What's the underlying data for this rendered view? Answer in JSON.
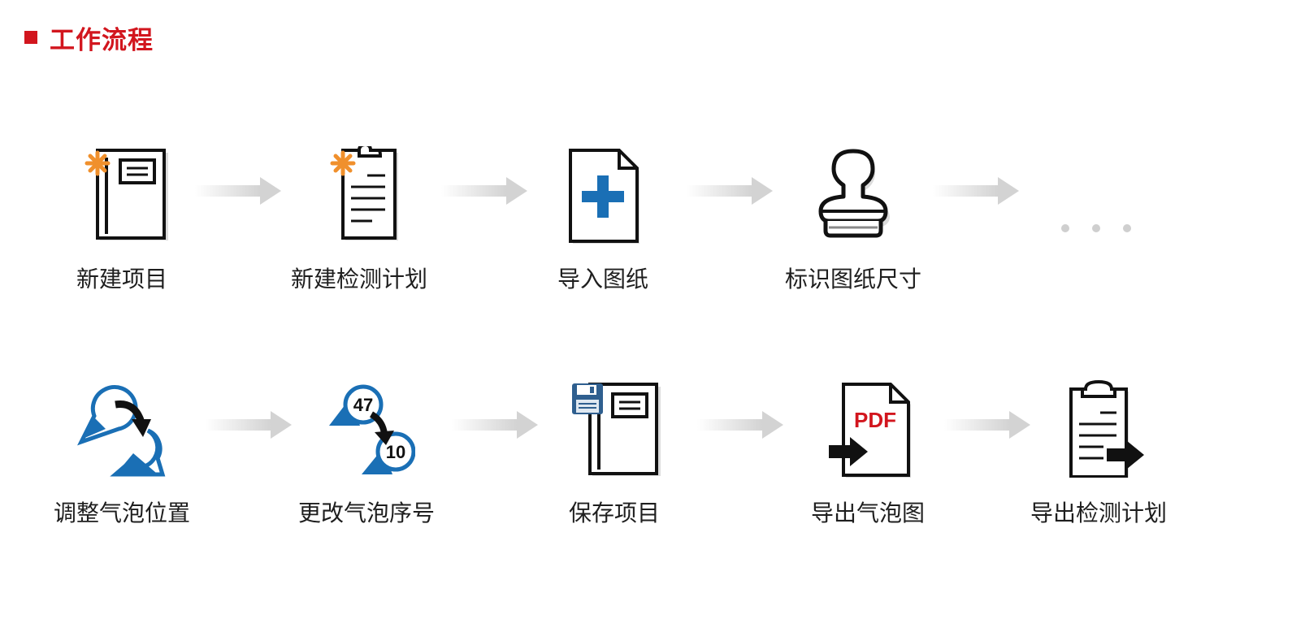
{
  "section": {
    "title": "工作流程",
    "accent_color": "#d2161e"
  },
  "workflow": {
    "row1": [
      {
        "label": "新建项目",
        "icon": "new-project-icon"
      },
      {
        "label": "新建检测计划",
        "icon": "new-inspection-plan-icon"
      },
      {
        "label": "导入图纸",
        "icon": "import-drawing-icon"
      },
      {
        "label": "标识图纸尺寸",
        "icon": "stamp-icon"
      }
    ],
    "row1_continuation": "ellipsis-icon",
    "row2": [
      {
        "label": "调整气泡位置",
        "icon": "move-balloon-icon"
      },
      {
        "label": "更改气泡序号",
        "icon": "renumber-balloon-icon",
        "balloon_from": "47",
        "balloon_to": "10"
      },
      {
        "label": "保存项目",
        "icon": "save-project-icon"
      },
      {
        "label": "导出气泡图",
        "icon": "export-pdf-icon",
        "badge_text": "PDF"
      },
      {
        "label": "导出检测计划",
        "icon": "export-plan-icon"
      }
    ],
    "colors": {
      "asterisk": "#f0902c",
      "plus": "#1a6fb5",
      "balloon": "#1a6fb5",
      "pdf": "#d2161e",
      "arrow": "#d3d3d3"
    }
  }
}
